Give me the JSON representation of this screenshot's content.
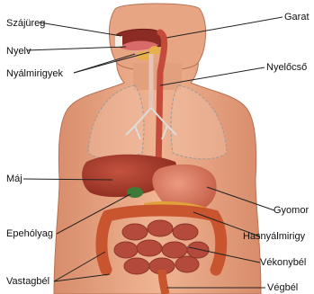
{
  "labels": {
    "mouth": "Szájüreg",
    "tongue": "Nyelv",
    "salivary": "Nyálmirigyek",
    "liver": "Máj",
    "gallbladder": "Epehólyag",
    "large_intestine": "Vastagbél",
    "pharynx": "Garat",
    "esophagus": "Nyelőcső",
    "stomach": "Gyomor",
    "pancreas": "Hasnyálmirigy",
    "small_intestine": "Vékonybél",
    "rectum": "Végbél"
  },
  "colors": {
    "skin": "#e9a886",
    "skin_shade": "#c97b5c",
    "liver": "#a63a2b",
    "stomach": "#d9705a",
    "small_intestine": "#b44a3c",
    "large_intestine": "#c9552f",
    "pancreas": "#e0a13a",
    "lung_outline": "#9a9a9a",
    "leader_line": "#222222"
  }
}
